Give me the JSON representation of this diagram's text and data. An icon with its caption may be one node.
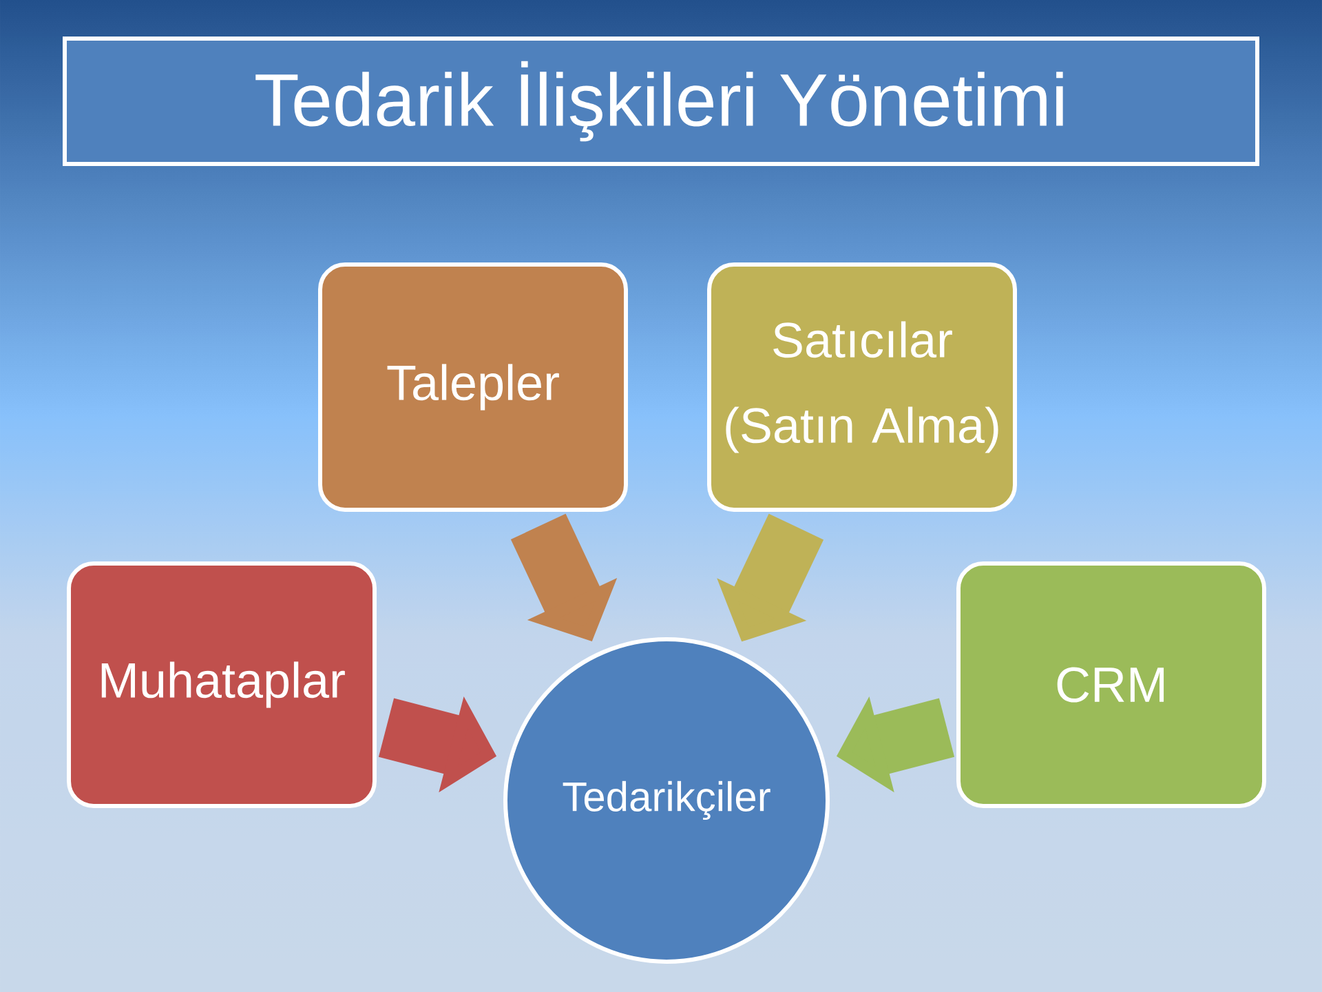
{
  "diagram": {
    "title": "Tedarik İlişkileri Yönetimi",
    "nodes": [
      {
        "text": [
          "Talepler"
        ]
      },
      {
        "text": [
          "Satıcılar (Satın Alma)"
        ]
      },
      {
        "text": [
          "Muhataplar"
        ]
      },
      {
        "text": [
          "Tedarikçiler"
        ]
      },
      {
        "text": [
          "CRM"
        ]
      }
    ],
    "edges": [
      {
        "from": 0,
        "to": 3,
        "arrow": "to",
        "color": "#c0824f"
      },
      {
        "from": 1,
        "to": 3,
        "arrow": "to",
        "color": "#bfb257"
      },
      {
        "from": 2,
        "to": 3,
        "arrow": "to",
        "color": "#c0504d"
      },
      {
        "from": 4,
        "to": 3,
        "arrow": "to",
        "color": "#9bbb59"
      }
    ]
  }
}
